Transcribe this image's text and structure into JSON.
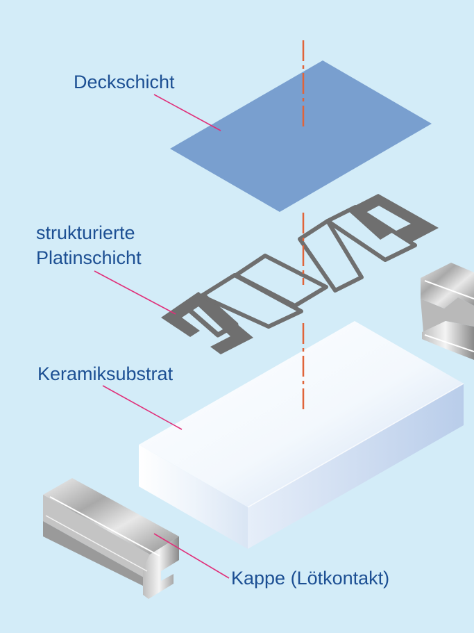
{
  "labels": {
    "cover_layer": "Deckschicht",
    "platinum_line1": "strukturierte",
    "platinum_line2": "Platinschicht",
    "substrate": "Keramiksubstrat",
    "cap": "Kappe (Lötkontakt)"
  },
  "colors": {
    "background": "#d3ecf8",
    "label_text": "#1c4f93",
    "leader_line": "#e0307a",
    "axis_line": "#e0643a",
    "cover_layer_fill": "#799fcf",
    "platinum_fill": "#6f6f6f"
  }
}
